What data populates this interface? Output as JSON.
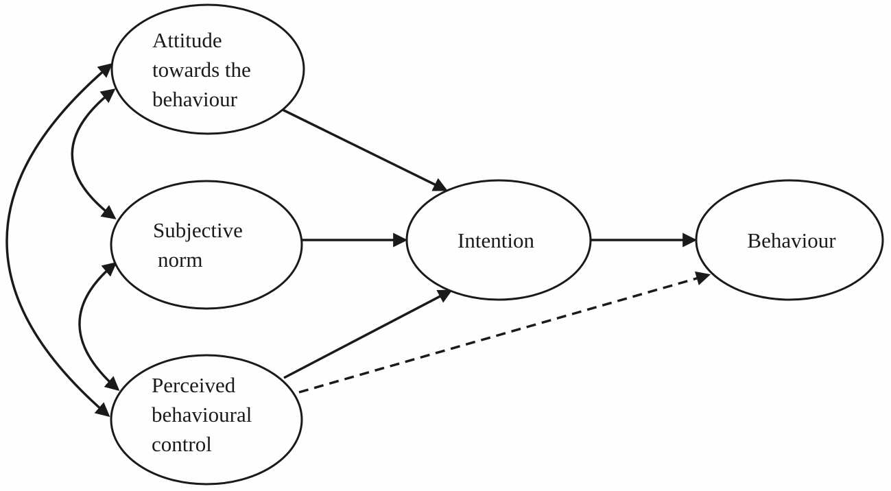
{
  "figure": {
    "title": "Theory of Planned Behaviour diagram",
    "background": "#fefefe",
    "stroke_color": "#1a1a1a"
  },
  "nodes": {
    "attitude": {
      "label": "Attitude towards the behaviour",
      "lines": [
        "Attitude",
        "towards the",
        "behaviour"
      ]
    },
    "subjective_norm": {
      "label": "Subjective norm",
      "lines": [
        "Subjective",
        "norm"
      ]
    },
    "perceived_control": {
      "label": "Perceived behavioural control",
      "lines": [
        "Perceived",
        "behavioural",
        "control"
      ]
    },
    "intention": {
      "label": "Intention",
      "lines": [
        "Intention"
      ]
    },
    "behaviour": {
      "label": "Behaviour",
      "lines": [
        "Behaviour"
      ]
    }
  },
  "edges": [
    {
      "from": "attitude",
      "to": "intention",
      "line": "solid",
      "direction": "one-way"
    },
    {
      "from": "subjective_norm",
      "to": "intention",
      "line": "solid",
      "direction": "one-way"
    },
    {
      "from": "perceived_control",
      "to": "intention",
      "line": "solid",
      "direction": "one-way"
    },
    {
      "from": "intention",
      "to": "behaviour",
      "line": "solid",
      "direction": "one-way"
    },
    {
      "from": "perceived_control",
      "to": "behaviour",
      "line": "dashed",
      "direction": "one-way"
    },
    {
      "from": "attitude",
      "to": "subjective_norm",
      "line": "curved",
      "direction": "two-way"
    },
    {
      "from": "subjective_norm",
      "to": "perceived_control",
      "line": "curved",
      "direction": "two-way"
    },
    {
      "from": "attitude",
      "to": "perceived_control",
      "line": "curved",
      "direction": "two-way"
    }
  ]
}
